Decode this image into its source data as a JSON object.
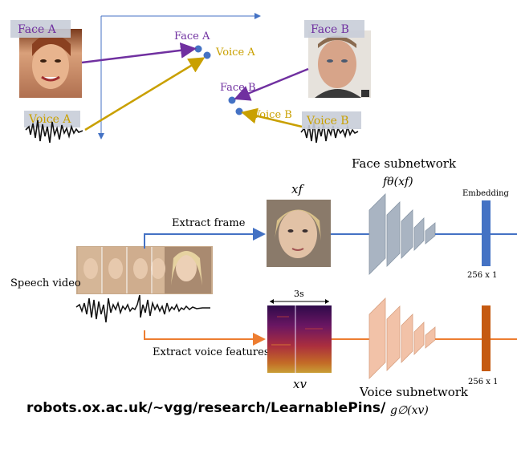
{
  "top_diagram": {
    "face_a_label": "Face A",
    "voice_a_label": "Voice A",
    "face_b_label": "Face B",
    "voice_b_label": "Voice B",
    "point_face_a": "Face A",
    "point_voice_a": "Voice A",
    "point_face_b": "Face B",
    "point_voice_b": "Voice B"
  },
  "pipeline": {
    "face_subnetwork_title": "Face subnetwork",
    "face_function": "fθ(xf)",
    "xf_label": "xf",
    "extract_frame_label": "Extract frame",
    "embedding_label": "Embedding",
    "face_dim_label": "256 x 1",
    "speech_video_label": "Speech video",
    "duration_label": "3s",
    "extract_voice_label": "Extract voice features",
    "xv_label": "xv",
    "voice_dim_label": "256 x 1",
    "voice_subnetwork_title": "Voice subnetwork",
    "voice_function": "g∅(xv)"
  },
  "footer": {
    "url": "robots.ox.ac.uk/~vgg/research/LearnablePins/"
  },
  "colors": {
    "purple": "#7030a0",
    "gold": "#c9a000",
    "blue_arrow": "#4472c4",
    "orange_arrow": "#ed7d31",
    "label_bg": "#c8cdd8",
    "face_net": "#a9b4c2",
    "voice_net": "#f2c2a8",
    "face_embed": "#4472c4",
    "voice_embed": "#c55a11"
  }
}
